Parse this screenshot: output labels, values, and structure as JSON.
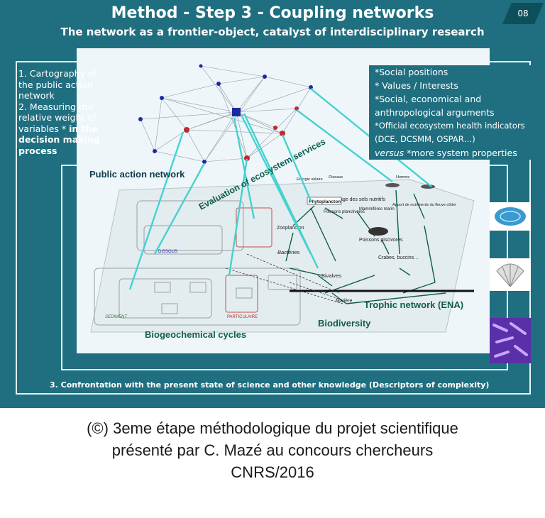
{
  "slide": {
    "title": "Method - Step 3 - Coupling networks",
    "subtitle": "The network as a frontier-object, catalyst of interdisciplinary research",
    "page_number": "08"
  },
  "left_panel": {
    "item1_num": "1.",
    "item1": "Cartography of the public action network",
    "item2_num": "2.",
    "item2_a": "Measuring the relative weight of variables * ",
    "item2_b": "in the decision making process"
  },
  "right_panel": {
    "line1": "*Social positions",
    "line2": "* Values / Interests",
    "line3": "*Social, economical and anthropological arguments",
    "line4": "*Official ecosystem health indicators (DCE, DCSMM, OSPAR…)",
    "line5_em": "versus",
    "line5_rest": " *more system properties"
  },
  "diagram": {
    "public_action_network": "Public action network",
    "evaluation": "Evaluation of ecosystem services",
    "trophic_network": "Trophic network (ENA)",
    "biogeochemical_cycles": "Biogeochemical cycles",
    "biodiversity": "Biodiversity",
    "small_labels": {
      "phytoplancton": "Phytoplancton",
      "zooplancton": "Zooplancton",
      "poissons_planctivores": "Poissons planctivores",
      "mammiferes": "Mammifères marin",
      "apport": "Apport de nutriments du fleuve côtier",
      "poissons_piscivores": "Poissons piscivores",
      "crabes": "Crabes, buccins…",
      "bacteries": "Bactéries",
      "bivalves": "Bivalves",
      "matiere": "Matière",
      "recyclage": "Recyclage des sels nutritifs",
      "sediment": "SEDIMENT",
      "dissous": "DISSOUS",
      "particulaire": "PARTICULAIRE",
      "oiseaux": "Oiseaux",
      "energie": "Energie solaire",
      "homme": "Homme"
    }
  },
  "bottom_text": "3. Confrontation with the present state of science and other knowledge (Descriptors of complexity)",
  "caption": {
    "line1": "(©) 3eme étape méthodologique du projet scientifique",
    "line2": "présenté par C. Mazé au concours chercheurs",
    "line3": "CNRS/2016"
  },
  "colors": {
    "slide_bg": "#1f6f80",
    "diagram_bg": "#eef6fa",
    "network_red": "#c0282d",
    "network_blue": "#1c2aa0",
    "link_teal": "#45d2cf",
    "trophic_green": "#0f5e4c"
  }
}
